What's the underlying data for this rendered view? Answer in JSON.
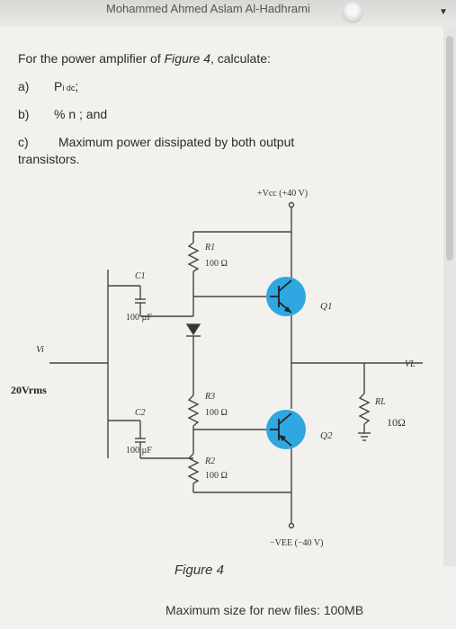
{
  "header": {
    "author": "Mohammed Ahmed Aslam Al-Hadhrami"
  },
  "question": {
    "intro_pre": "For the power amplifier of ",
    "intro_fig": "Figure 4",
    "intro_post": ", calculate:",
    "items": [
      {
        "letter": "a)",
        "text": "P",
        "sub": "i dc",
        "suffix": ";"
      },
      {
        "letter": "b)",
        "text": "% n ; and"
      },
      {
        "letter": "c)",
        "text": "Maximum power dissipated by both output"
      },
      {
        "text": "transistors."
      }
    ]
  },
  "circuit": {
    "vcc": "+Vcc (+40 V)",
    "vee": "−VEE (−40 V)",
    "vi": "Vi",
    "vin_value": "20Vrms",
    "c1": "C1",
    "c1_val": "100 µF",
    "c2": "C2",
    "c2_val": "100 µF",
    "r1": "R1",
    "r1_val": "100 Ω",
    "r3": "R3",
    "r3_val": "100 Ω",
    "r2": "R2",
    "r2_val": "100 Ω",
    "q1": "Q1",
    "q2": "Q2",
    "rl": "RL",
    "rl_val": "10Ω",
    "vl": "VL"
  },
  "caption": "Figure 4",
  "footer": {
    "size_note": "Maximum size for new files: 100MB"
  }
}
